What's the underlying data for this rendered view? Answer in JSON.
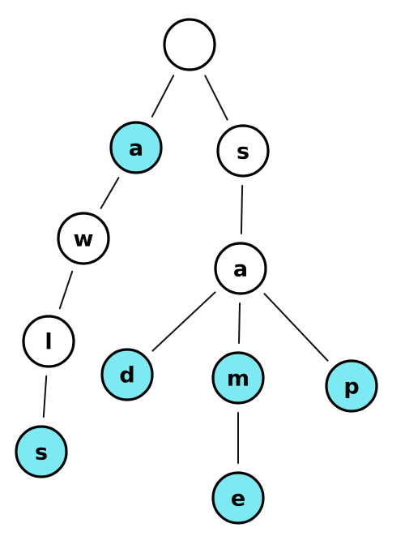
{
  "trie": {
    "colors": {
      "word_end_fill": "#7de9f2",
      "plain_fill": "#ffffff",
      "stroke": "#000000"
    },
    "nodes": [
      {
        "id": "root",
        "label": "",
        "word_end": false
      },
      {
        "id": "a1",
        "label": "a",
        "word_end": true
      },
      {
        "id": "s1",
        "label": "s",
        "word_end": false
      },
      {
        "id": "w",
        "label": "w",
        "word_end": false
      },
      {
        "id": "l",
        "label": "l",
        "word_end": false
      },
      {
        "id": "s2",
        "label": "s",
        "word_end": true
      },
      {
        "id": "a2",
        "label": "a",
        "word_end": false
      },
      {
        "id": "d",
        "label": "d",
        "word_end": true
      },
      {
        "id": "m",
        "label": "m",
        "word_end": true
      },
      {
        "id": "p",
        "label": "p",
        "word_end": true
      },
      {
        "id": "e",
        "label": "e",
        "word_end": true
      }
    ],
    "edges": [
      [
        "root",
        "a1"
      ],
      [
        "root",
        "s1"
      ],
      [
        "a1",
        "w"
      ],
      [
        "w",
        "l"
      ],
      [
        "l",
        "s2"
      ],
      [
        "s1",
        "a2"
      ],
      [
        "a2",
        "d"
      ],
      [
        "a2",
        "m"
      ],
      [
        "a2",
        "p"
      ],
      [
        "m",
        "e"
      ]
    ]
  }
}
